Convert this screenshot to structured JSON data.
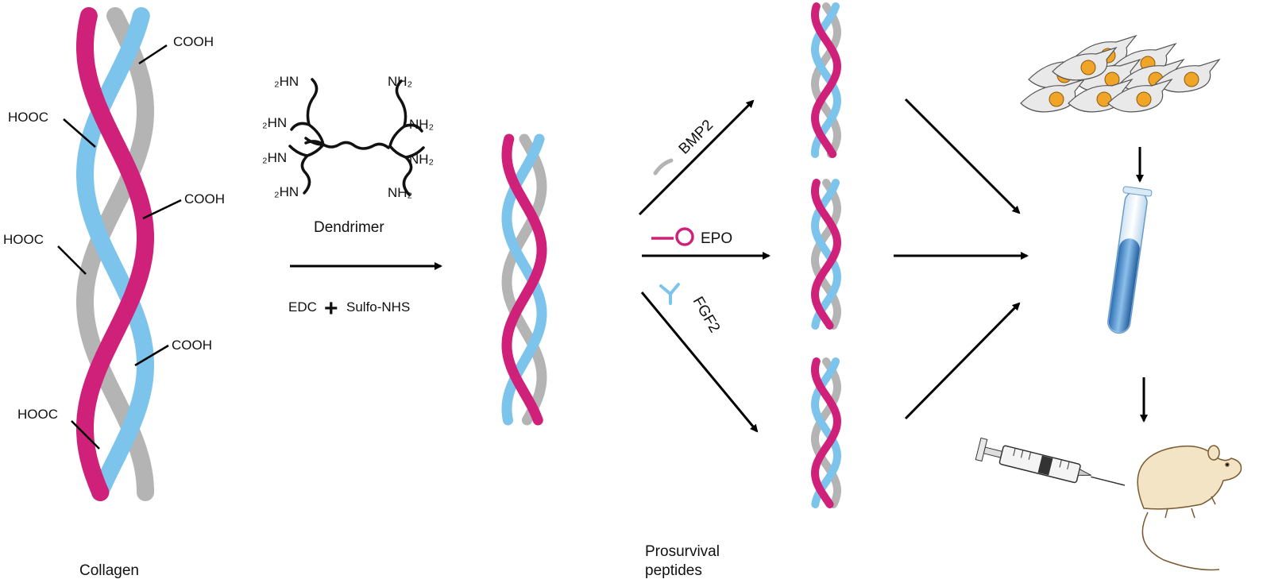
{
  "collagen": {
    "caption": "Collagen",
    "groups": [
      "COOH",
      "HOOC",
      "COOH",
      "HOOC",
      "COOH",
      "HOOC"
    ]
  },
  "dendrimer": {
    "caption": "Dendrimer",
    "left_groups": [
      "₂HN",
      "₂HN",
      "₂HN",
      "₂HN"
    ],
    "right_groups": [
      "NH₂",
      "NH₂",
      "NH₂",
      "NH₂"
    ]
  },
  "reagents": {
    "edc": "EDC",
    "plus": "+",
    "sulfo": "Sulfo-NHS"
  },
  "peptides": {
    "bmp2": "BMP2",
    "epo": "EPO",
    "fgf2": "FGF2",
    "caption_line1": "Prosurvival",
    "caption_line2": "peptides"
  },
  "colors": {
    "pink": "#d0217a",
    "blue": "#7cc4ec",
    "gray": "#b4b4b4",
    "cell": "#f0a428"
  }
}
